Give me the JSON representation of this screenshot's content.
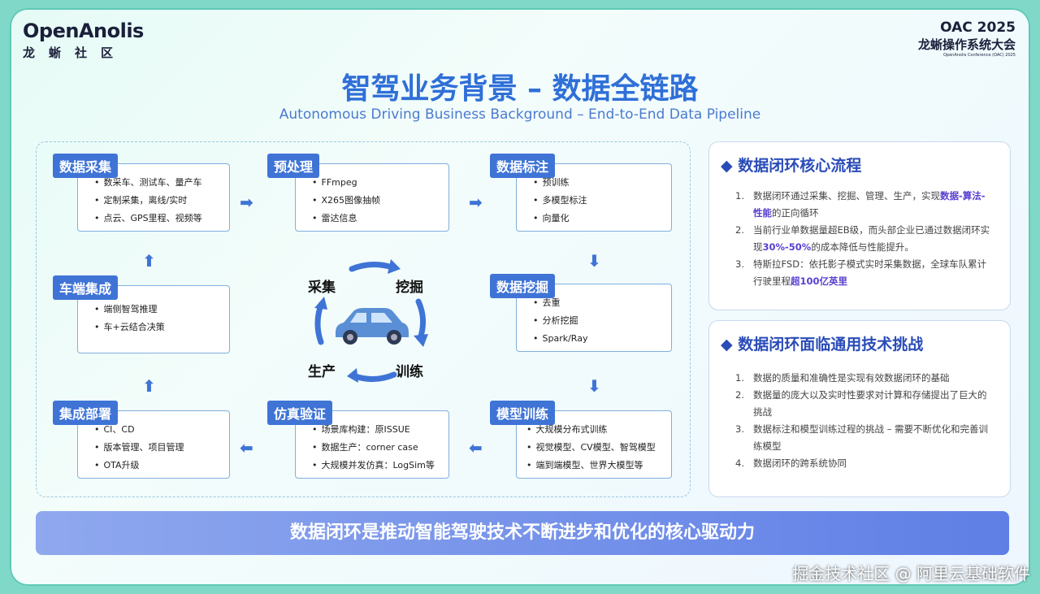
{
  "logo": {
    "main": "OpenAnolis",
    "sub": "龙蜥社区"
  },
  "conference": {
    "title": "OAC 2025",
    "subtitle": "龙蜥操作系统大会",
    "small": "OpenAnolis Conference (OAC) 2025"
  },
  "title": "智驾业务背景 – 数据全链路",
  "subtitle": "Autonomous Driving Business Background – End-to-End Data Pipeline",
  "stages": {
    "collect": {
      "label": "数据采集",
      "items": [
        "数采车、测试车、量产车",
        "定制采集，离线/实时",
        "点云、GPS里程、视频等"
      ]
    },
    "preprocess": {
      "label": "预处理",
      "items": [
        "FFmpeg",
        "X265图像抽帧",
        "雷达信息"
      ]
    },
    "annotate": {
      "label": "数据标注",
      "items": [
        "预训练",
        "多模型标注",
        "向量化"
      ]
    },
    "mining": {
      "label": "数据挖掘",
      "items": [
        "去重",
        "分析挖掘",
        "Spark/Ray"
      ]
    },
    "training": {
      "label": "模型训练",
      "items": [
        "大规模分布式训练",
        "视觉模型、CV模型、智驾模型",
        "端到端模型、世界大模型等"
      ]
    },
    "simulation": {
      "label": "仿真验证",
      "items": [
        "场景库构建：原ISSUE",
        "数据生产：corner case",
        "大规模并发仿真：LogSim等"
      ]
    },
    "deploy": {
      "label": "集成部署",
      "items": [
        "CI、CD",
        "版本管理、项目管理",
        "OTA升级"
      ]
    },
    "vehicle": {
      "label": "车端集成",
      "items": [
        "端侧智驾推理",
        "车+云结合决策"
      ]
    }
  },
  "cycle": {
    "collect": "采集",
    "mine": "挖掘",
    "train": "训练",
    "produce": "生产"
  },
  "panel_core": {
    "title": "数据闭环核心流程",
    "items": [
      {
        "num": "1.",
        "pre": "数据闭环通过采集、挖掘、管理、生产，实现",
        "hl": "数据-算法-性能",
        "post": "的正向循环"
      },
      {
        "num": "2.",
        "pre": "当前行业单数据量超EB级，而头部企业已通过数据闭环实现",
        "hl": "30%-50%",
        "post": "的成本降低与性能提升。"
      },
      {
        "num": "3.",
        "pre": "特斯拉FSD：依托影子模式实时采集数据，全球车队累计行驶里程",
        "hl": "超100亿英里",
        "post": ""
      }
    ]
  },
  "panel_challenge": {
    "title": "数据闭环面临通用技术挑战",
    "items": [
      {
        "num": "1.",
        "text": "数据的质量和准确性是实现有效数据闭环的基础"
      },
      {
        "num": "2.",
        "text": "数据量的庞大以及实时性要求对计算和存储提出了巨大的挑战"
      },
      {
        "num": "3.",
        "text": "数据标注和模型训练过程的挑战 – 需要不断优化和完善训练模型"
      },
      {
        "num": "4.",
        "text": "数据闭环的跨系统协同"
      }
    ]
  },
  "banner": "数据闭环是推动智能驾驶技术不断进步和优化的核心驱动力",
  "watermark": "掘金技术社区 @ 阿里云基础软件",
  "colors": {
    "accent": "#3f74d6",
    "highlight": "#5a3fd0",
    "title": "#2f6fd8"
  }
}
